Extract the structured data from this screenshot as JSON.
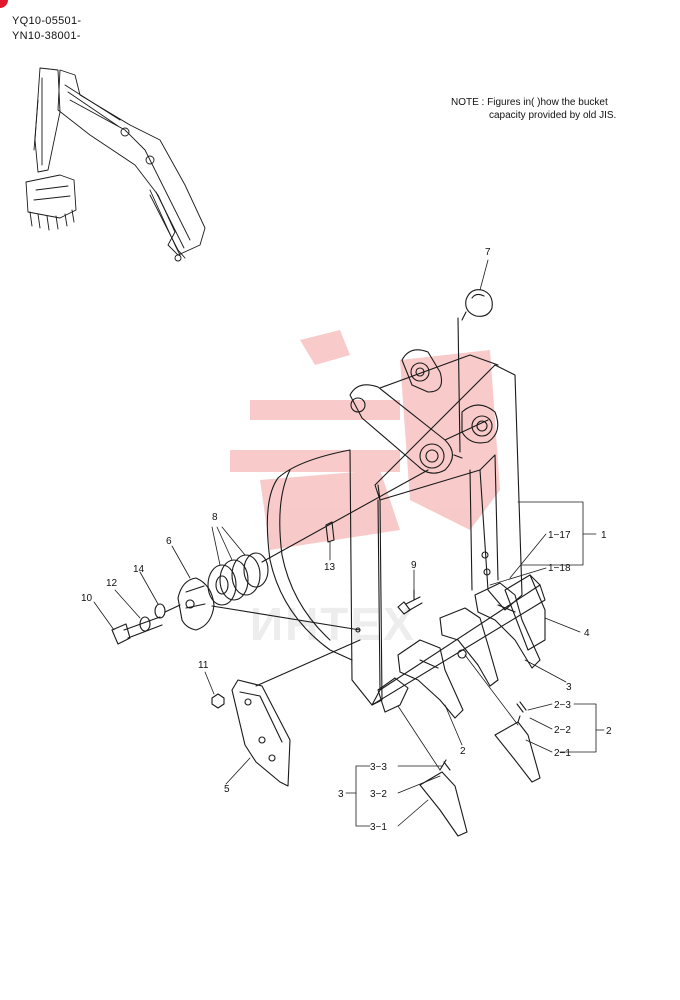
{
  "header": {
    "serial_lines": [
      "YQ10-05501-",
      "YN10-38001-"
    ]
  },
  "note": {
    "line1": "NOTE :  Figures in(     )how the bucket",
    "line2": "capacity provided by old JIS."
  },
  "watermark": {
    "text": "ИНТЕХ",
    "color": "#f08a8a"
  },
  "colors": {
    "corner_dot": "#e0182d",
    "line": "#1a1a1a"
  },
  "callouts": {
    "c1": "1",
    "c1_17": "1−17",
    "c1_18": "1−18",
    "c2": "2",
    "c2_1": "2−1",
    "c2_2": "2−2",
    "c2_3": "2−3",
    "c3": "3",
    "c3_1": "3−1",
    "c3_2": "3−2",
    "c3_3": "3−3",
    "c4": "4",
    "c5": "5",
    "c6": "6",
    "c7": "7",
    "c8": "8",
    "c9": "9",
    "c10": "10",
    "c11": "11",
    "c12": "12",
    "c13": "13",
    "c14": "14"
  }
}
